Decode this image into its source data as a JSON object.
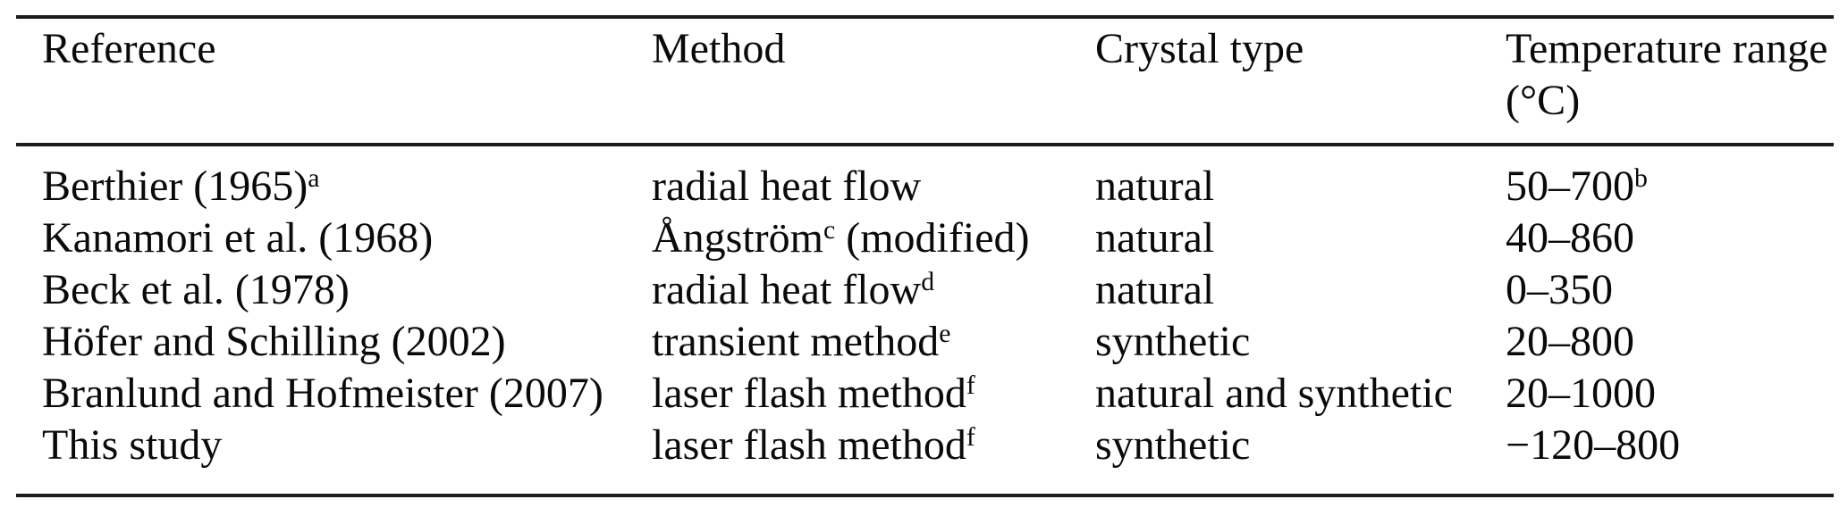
{
  "table": {
    "columns": [
      {
        "label": "Reference"
      },
      {
        "label": "Method"
      },
      {
        "label": "Crystal type"
      },
      {
        "label": "Temperature range",
        "label_line2": "(°C)"
      }
    ],
    "rows": [
      {
        "reference": {
          "pre": "Berthier (1965)",
          "sup": "a"
        },
        "method": {
          "pre": "radial heat flow",
          "sup": "",
          "post": ""
        },
        "crystal": "natural",
        "temperature": {
          "pre": "50–700",
          "sup": "b"
        }
      },
      {
        "reference": {
          "pre": "Kanamori et al. (1968)",
          "sup": ""
        },
        "method": {
          "pre": "Ångström",
          "sup": "c",
          "post": " (modified)"
        },
        "crystal": "natural",
        "temperature": {
          "pre": "40–860",
          "sup": ""
        }
      },
      {
        "reference": {
          "pre": "Beck et al. (1978)",
          "sup": ""
        },
        "method": {
          "pre": "radial heat flow",
          "sup": "d",
          "post": ""
        },
        "crystal": "natural",
        "temperature": {
          "pre": "0–350",
          "sup": ""
        }
      },
      {
        "reference": {
          "pre": "Höfer and Schilling (2002)",
          "sup": ""
        },
        "method": {
          "pre": "transient method",
          "sup": "e",
          "post": ""
        },
        "crystal": "synthetic",
        "temperature": {
          "pre": "20–800",
          "sup": ""
        }
      },
      {
        "reference": {
          "pre": "Branlund and Hofmeister (2007)",
          "sup": ""
        },
        "method": {
          "pre": "laser flash method",
          "sup": "f",
          "post": ""
        },
        "crystal": "natural and synthetic",
        "temperature": {
          "pre": "20–1000",
          "sup": ""
        }
      },
      {
        "reference": {
          "pre": "This study",
          "sup": ""
        },
        "method": {
          "pre": "laser flash method",
          "sup": "f",
          "post": ""
        },
        "crystal": "synthetic",
        "temperature": {
          "pre": "−120–800",
          "sup": ""
        }
      }
    ]
  }
}
